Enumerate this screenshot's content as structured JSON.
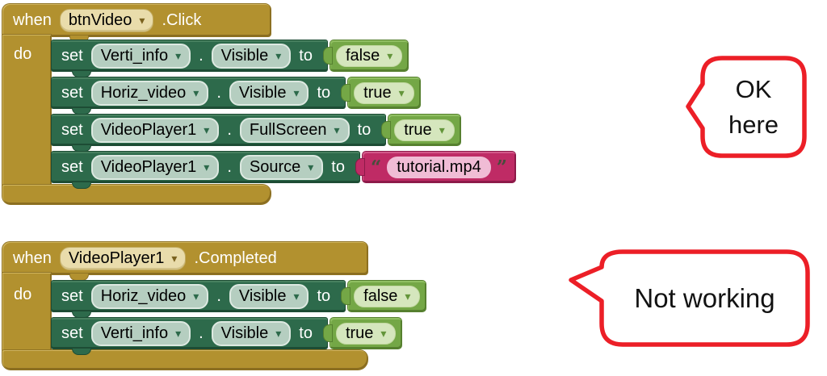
{
  "labels": {
    "when": "when",
    "do": "do",
    "set": "set",
    "to": "to",
    "dot": ".",
    "open_quote": "“",
    "close_quote": "”"
  },
  "icons": {
    "dropdown_arrow": "▾"
  },
  "colors": {
    "event_block": "#b2912f",
    "statement_block": "#2d6a4b",
    "boolean_block": "#74a746",
    "string_block": "#bf2b65",
    "annotation_red": "#ec1f27"
  },
  "blocks": {
    "click_handler": {
      "component": "btnVideo",
      "event": ".Click",
      "rows": [
        {
          "component": "Verti_info",
          "property": "Visible",
          "value": "false"
        },
        {
          "component": "Horiz_video",
          "property": "Visible",
          "value": "true"
        },
        {
          "component": "VideoPlayer1",
          "property": "FullScreen",
          "value": "true"
        },
        {
          "component": "VideoPlayer1",
          "property": "Source",
          "value": "tutorial.mp4"
        }
      ]
    },
    "completed_handler": {
      "component": "VideoPlayer1",
      "event": ".Completed",
      "rows": [
        {
          "component": "Horiz_video",
          "property": "Visible",
          "value": "false"
        },
        {
          "component": "Verti_info",
          "property": "Visible",
          "value": "true"
        }
      ]
    }
  },
  "annotations": {
    "ok": {
      "line1": "OK",
      "line2": "here"
    },
    "not_working": {
      "line1": "Not working"
    }
  }
}
